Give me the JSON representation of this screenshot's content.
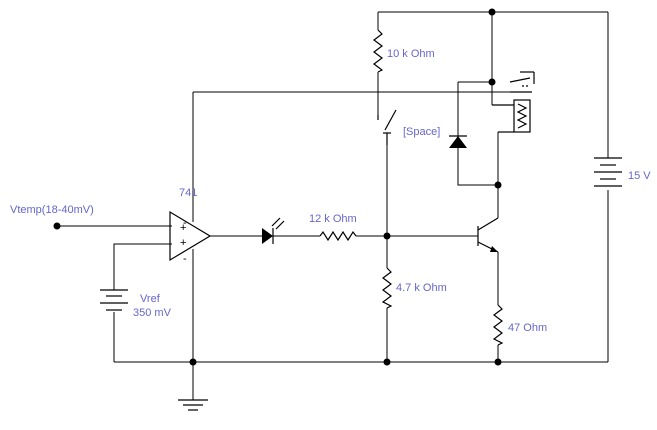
{
  "labels": {
    "vtemp": "Vtemp(18-40mV)",
    "opamp": "741",
    "vref_name": "Vref",
    "vref_value": "350 mV",
    "r_led": "12 k Ohm",
    "r_top": "10 k Ohm",
    "r_base": "4.7 k Ohm",
    "r_emitter": "47  Ohm",
    "switch": "[Space]",
    "supply": "15 V"
  },
  "opamp_pins": {
    "plus_top": "+",
    "minus": "-",
    "plus_bottom": "+",
    "minus_bottom": "-"
  },
  "colors": {
    "label": "#6666cc",
    "wire": "#000000"
  }
}
